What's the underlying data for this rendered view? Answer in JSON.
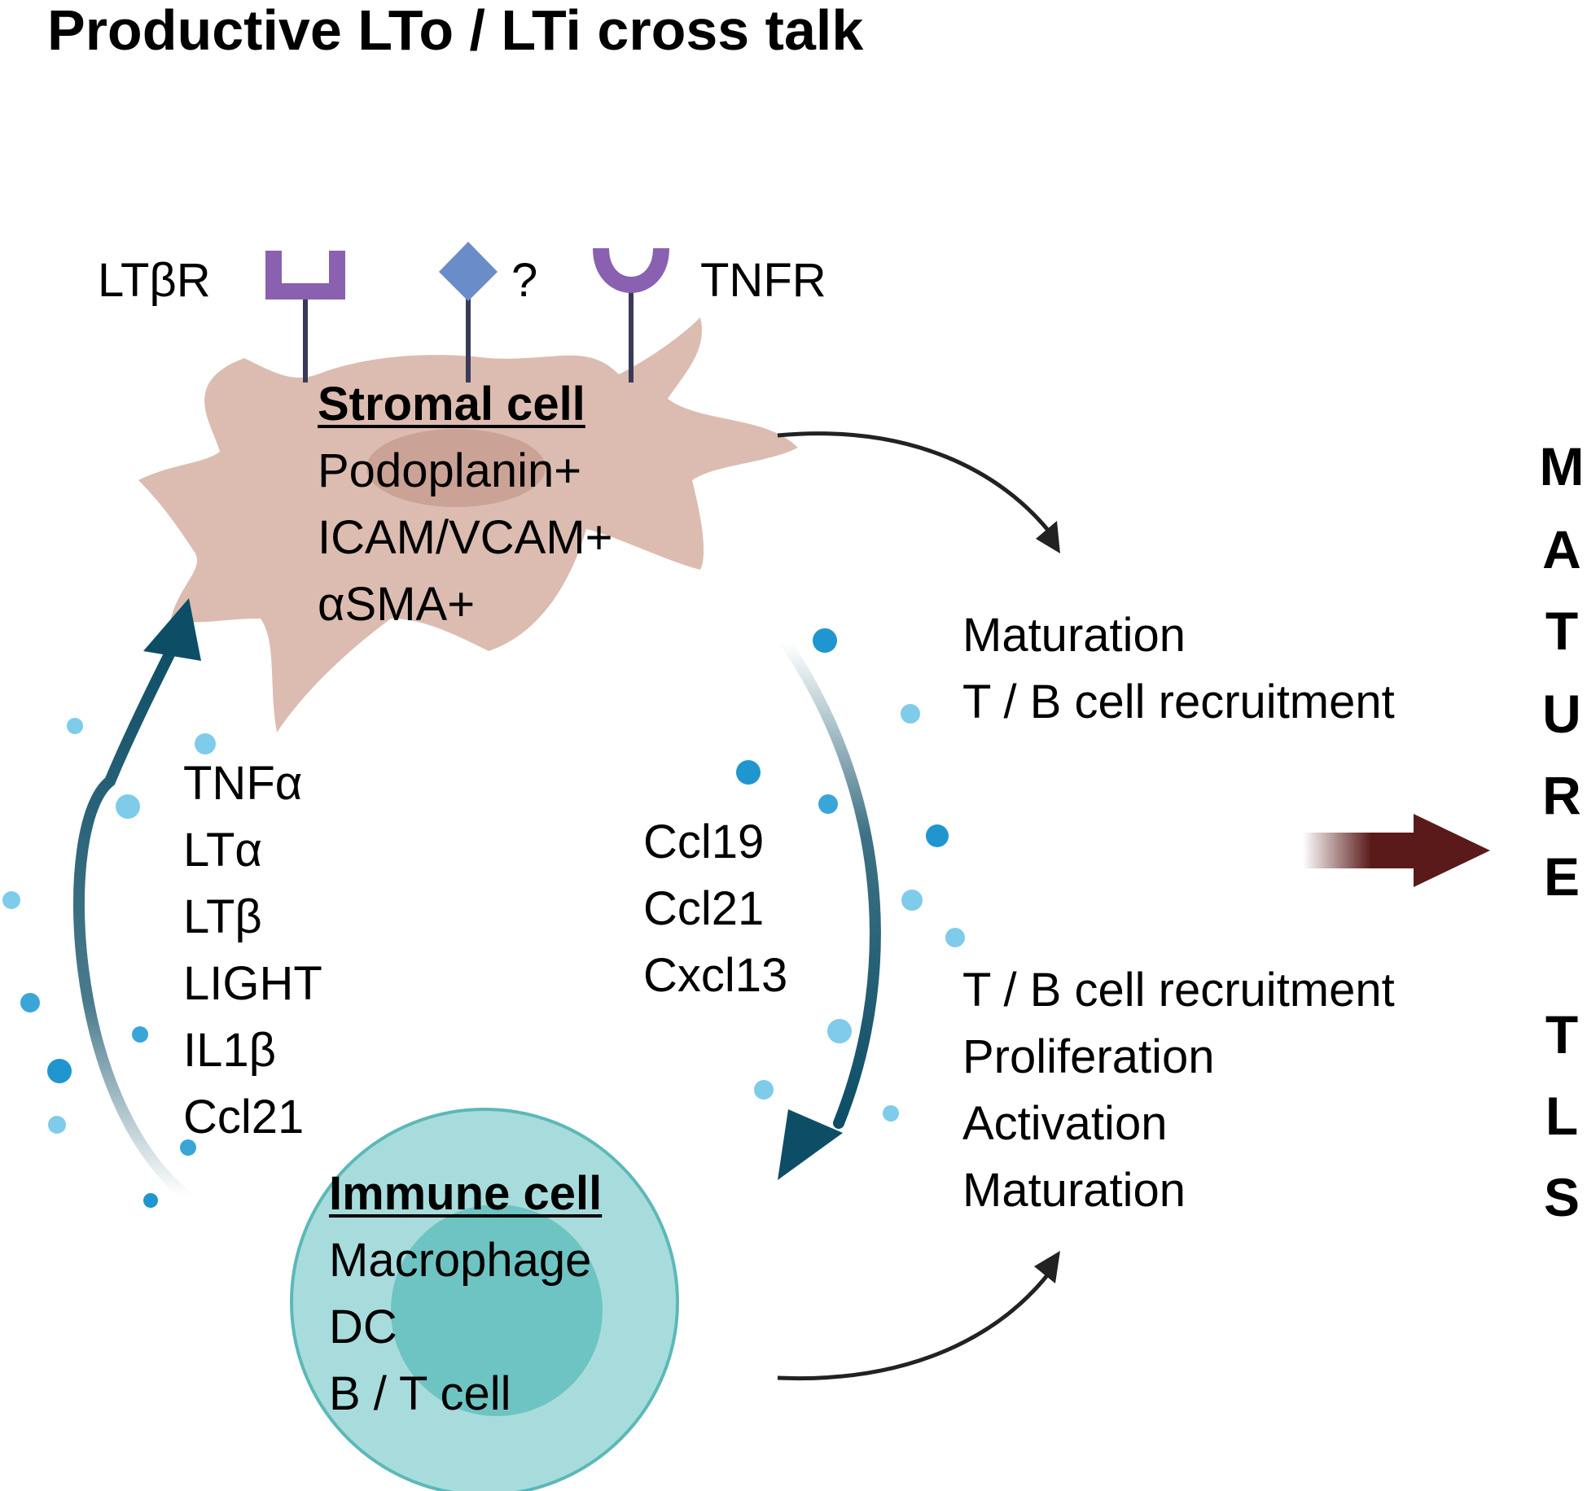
{
  "title": "Productive LTo / LTi cross talk",
  "receptors": {
    "ltbr_label": "LTβR",
    "unknown_label": "?",
    "tnfr_label": "TNFR"
  },
  "stromal_cell": {
    "header": "Stromal cell",
    "markers": [
      "Podoplanin+",
      "ICAM/VCAM+",
      "αSMA+"
    ]
  },
  "immune_cell": {
    "header": "Immune cell",
    "types": [
      "Macrophage",
      "DC",
      "B / T cell"
    ]
  },
  "immune_to_stromal_signals": [
    "TNFα",
    "LTα",
    "LTβ",
    "LIGHT",
    "IL1β",
    "Ccl21"
  ],
  "stromal_to_immune_signals": [
    "Ccl19",
    "Ccl21",
    "Cxcl13"
  ],
  "stromal_outcomes": [
    "Maturation",
    "T / B cell recruitment"
  ],
  "immune_outcomes": [
    "T / B cell recruitment",
    "Proliferation",
    "Activation",
    "Maturation"
  ],
  "result_letters": [
    "M",
    "A",
    "T",
    "U",
    "R",
    "E",
    "T",
    "L",
    "S"
  ],
  "colors": {
    "stromal_fill": "#dcbcb0",
    "stromal_nucleus": "#c49a8e",
    "immune_outer": "#a8dcdc",
    "immune_inner": "#6ec4c2",
    "receptor_purple": "#8a60b0",
    "receptor_blue": "#6a8cc8",
    "cycle_arrow": "#0d4e66",
    "result_arrow": "#5a1a1a",
    "dot_light": "#7fcbea",
    "dot_dark": "#1f96cf"
  }
}
